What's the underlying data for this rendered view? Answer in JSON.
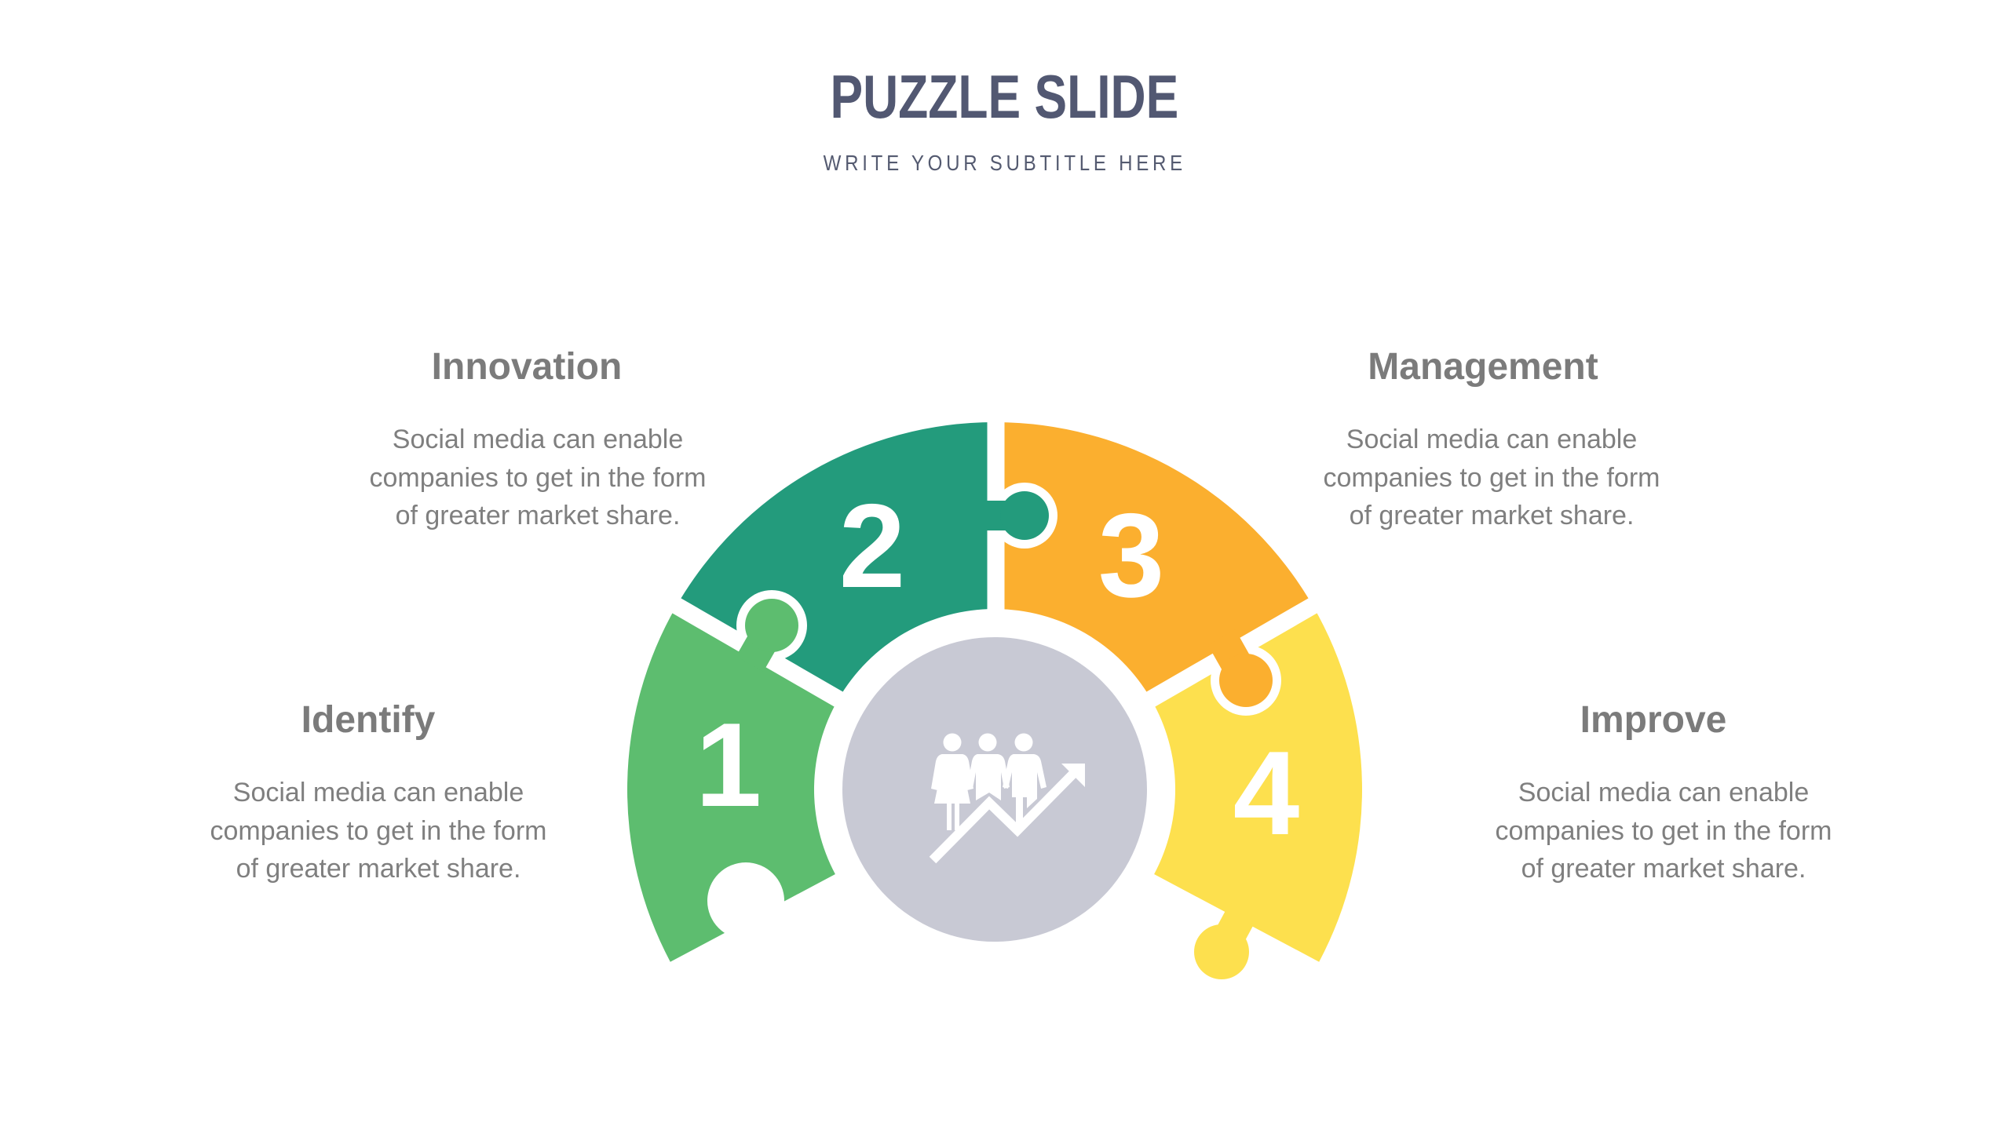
{
  "header": {
    "title": "PUZZLE SLIDE",
    "subtitle": "WRITE YOUR SUBTITLE HERE"
  },
  "colors": {
    "title": "#525872",
    "heading_text": "#7b7b7b",
    "body_text": "#7f7f7f",
    "center_circle": "#c8c9d4",
    "icon": "#ffffff"
  },
  "pieces": [
    {
      "number": "1",
      "label": "Identify",
      "color": "#5dbd6f",
      "body": [
        "Social media can enable",
        "companies to get in the form",
        "of greater market share."
      ]
    },
    {
      "number": "2",
      "label": "Innovation",
      "color": "#239b7c",
      "body": [
        "Social media can enable",
        "companies to get in the form",
        "of greater market share."
      ]
    },
    {
      "number": "3",
      "label": "Management",
      "color": "#fbaf2f",
      "body": [
        "Social media can enable",
        "companies to get in the form",
        "of greater market share."
      ]
    },
    {
      "number": "4",
      "label": "Improve",
      "color": "#fde04e",
      "body": [
        "Social media can enable",
        "companies to get in the form",
        "of greater market share."
      ]
    }
  ],
  "center": {
    "icon": "team-growth-icon"
  }
}
